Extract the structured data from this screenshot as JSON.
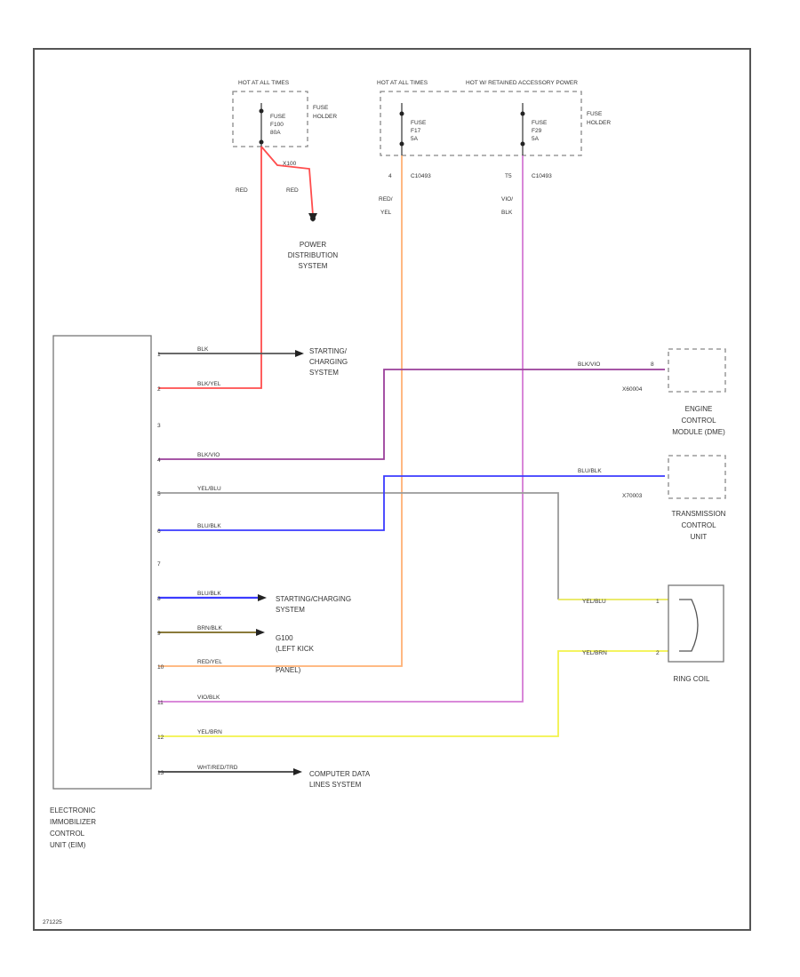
{
  "fuse_sources": {
    "left_hot": "HOT AT ALL TIMES",
    "left_fuse": [
      "FUSE",
      "F100",
      "80A"
    ],
    "left_holder": [
      "FUSE",
      "HOLDER"
    ],
    "mid_hot": "HOT AT ALL TIMES",
    "mid_fuse": [
      "FUSE",
      "F17",
      "5A"
    ],
    "right_hot": "HOT W/ RETAINED ACCESSORY POWER",
    "right_fuse": [
      "FUSE",
      "F29",
      "5A"
    ],
    "right_holder": [
      "FUSE",
      "HOLDER"
    ]
  },
  "wire_labels": {
    "left_red_1": "RED",
    "left_red_2": "RED",
    "left_branch": "X100",
    "mid_pin": "4",
    "mid_conn": "C10493",
    "mid_wire": [
      "RED/",
      "YEL"
    ],
    "right_pin": "T5",
    "right_conn": "C10493",
    "right_wire": [
      "VIO/",
      "BLK"
    ]
  },
  "power_distribution": [
    "POWER",
    "DISTRIBUTION",
    "SYSTEM"
  ],
  "ecu": {
    "label": [
      "ELECTRONIC",
      "IMMOBILIZER",
      "CONTROL",
      "UNIT (EIM)"
    ],
    "pins": [
      {
        "pin": "1",
        "wire": "BLK"
      },
      {
        "pin": "2",
        "wire": "BLK/YEL"
      },
      {
        "pin": "3",
        "wire": ""
      },
      {
        "pin": "4",
        "wire": "BLK/VIO"
      },
      {
        "pin": "5",
        "wire": "YEL/BLU"
      },
      {
        "pin": "6",
        "wire": "BLU/BLK"
      },
      {
        "pin": "7",
        "wire": ""
      },
      {
        "pin": "8",
        "wire": "BLU/BLK"
      },
      {
        "pin": "9",
        "wire": "BRN/BLK"
      },
      {
        "pin": "10",
        "wire": "RED/YEL"
      },
      {
        "pin": "11",
        "wire": "VIO/BLK"
      },
      {
        "pin": "12",
        "wire": "YEL/BRN"
      },
      {
        "pin": "13",
        "wire": "WHT/RED/TRD"
      }
    ]
  },
  "destinations": {
    "starting_top": [
      "STARTING/",
      "CHARGING",
      "SYSTEM"
    ],
    "starting_mid": [
      "STARTING/CHARGING",
      "SYSTEM"
    ],
    "ground": [
      "G100",
      "(LEFT KICK",
      "PANEL)"
    ],
    "computer": [
      "COMPUTER DATA",
      "LINES SYSTEM"
    ]
  },
  "ecm": {
    "wire": "BLK/VIO",
    "pin": "8",
    "conn": "X60004",
    "label": [
      "ENGINE",
      "CONTROL",
      "MODULE (DME)"
    ]
  },
  "tcu": {
    "wire": "BLU/BLK",
    "conn": "X70003",
    "label": [
      "TRANSMISSION",
      "CONTROL",
      "UNIT"
    ]
  },
  "ring_coil": {
    "wire_top": "YEL/BLU",
    "pin_top": "1",
    "wire_bottom": "YEL/BRN",
    "pin_bottom": "2",
    "label": "RING COIL"
  },
  "footer_code": "271225",
  "colors": {
    "red": "#ff4d4d",
    "orange": "#ffb074",
    "violet": "#d47ad4",
    "purple": "#9a3f9a",
    "blue": "#3b3bff",
    "yellow": "#f2f24a",
    "gray": "#555555",
    "olive": "#8a8a40",
    "brown": "#6b5a2a"
  }
}
